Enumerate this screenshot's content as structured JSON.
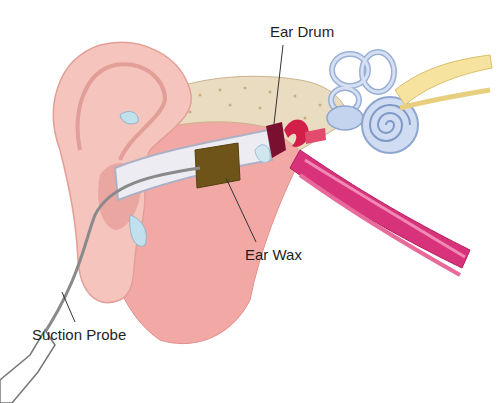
{
  "diagram": {
    "labels": [
      "Ear Drum",
      "Ear Wax",
      "Suction Probe"
    ]
  }
}
